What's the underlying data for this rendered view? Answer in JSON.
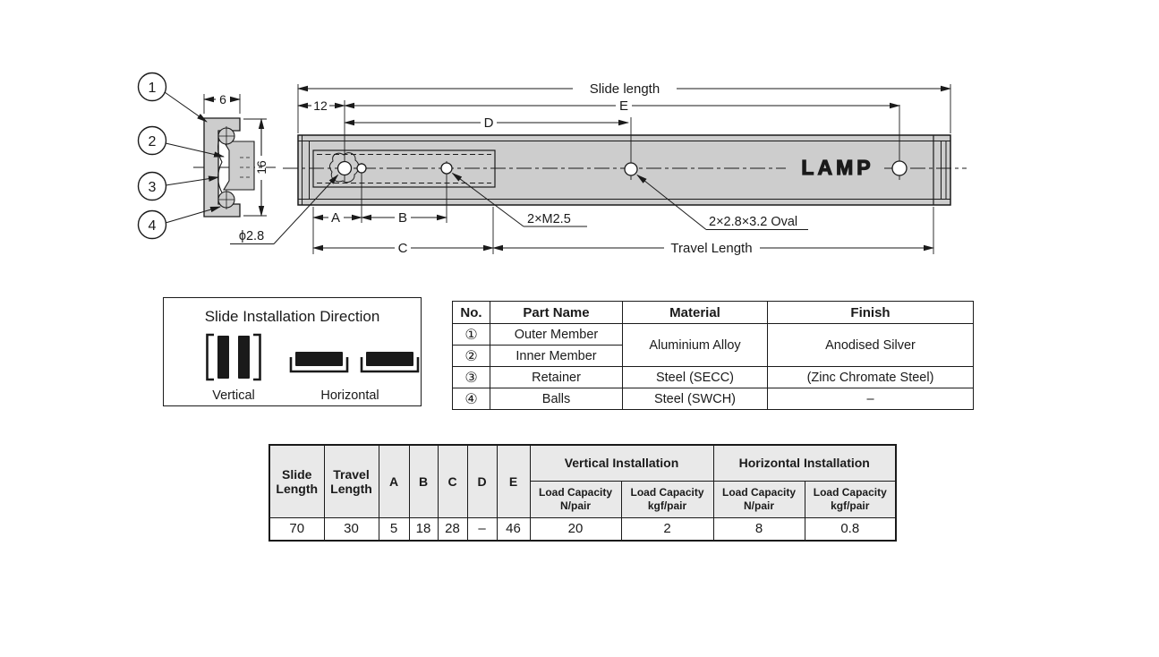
{
  "drawing": {
    "labels": {
      "slide_length": "Slide length",
      "e": "E",
      "d": "D",
      "dim12": "12",
      "dim6": "6",
      "dim16": "16",
      "a": "A",
      "b": "B",
      "c": "C",
      "travel_length": "Travel Length",
      "phi_hole": "ϕ2.8",
      "m_holes": "2×M2.5",
      "oval_holes": "2×2.8×3.2 Oval",
      "logo": "LAMP"
    },
    "callouts": [
      "1",
      "2",
      "3",
      "4"
    ]
  },
  "installation": {
    "title": "Slide Installation Direction",
    "vertical": "Vertical",
    "horizontal": "Horizontal"
  },
  "parts_table": {
    "headers": {
      "no": "No.",
      "part": "Part Name",
      "material": "Material",
      "finish": "Finish"
    },
    "rows": [
      {
        "no": "①",
        "part": "Outer Member"
      },
      {
        "no": "②",
        "part": "Inner Member"
      },
      {
        "no": "③",
        "part": "Retainer",
        "material": "Steel (SECC)",
        "finish": "(Zinc Chromate Steel)"
      },
      {
        "no": "④",
        "part": "Balls",
        "material": "Steel (SWCH)",
        "finish": "–"
      }
    ],
    "merged": {
      "material_1_2": "Aluminium Alloy",
      "finish_1_2": "Anodised Silver"
    }
  },
  "spec_table": {
    "headers": {
      "slide_length": "Slide Length",
      "travel_length": "Travel Length",
      "a": "A",
      "b": "B",
      "c": "C",
      "d": "D",
      "e": "E",
      "vertical_group": "Vertical Installation",
      "horizontal_group": "Horizontal Installation",
      "load_capacity": "Load Capacity",
      "n_pair": "N/pair",
      "kgf_pair": "kgf/pair"
    },
    "row": {
      "slide_length": "70",
      "travel_length": "30",
      "a": "5",
      "b": "18",
      "c": "28",
      "d": "–",
      "e": "46",
      "vertical_n": "20",
      "vertical_kgf": "2",
      "horizontal_n": "8",
      "horizontal_kgf": "0.8"
    }
  },
  "colors": {
    "line": "#1a1a1a",
    "slide_fill": "#cdcdcd",
    "table_header_bg": "#e9e9e9",
    "background": "#ffffff"
  }
}
